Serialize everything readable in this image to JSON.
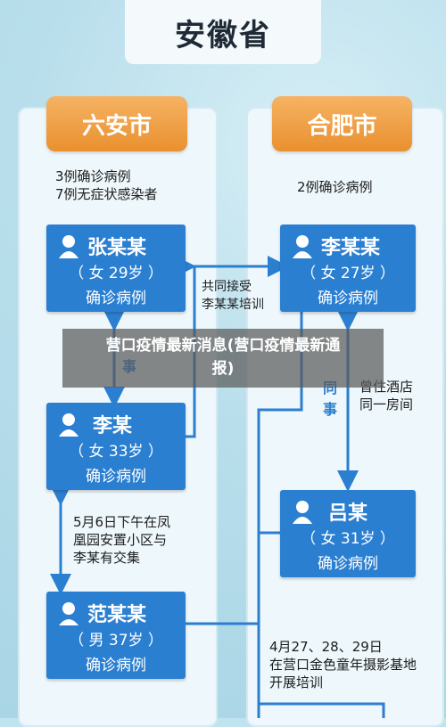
{
  "province": "安徽省",
  "left": {
    "city": "六安市",
    "summary": [
      "3例确诊病例",
      "7例无症状感染者"
    ],
    "cases": [
      {
        "name": "张某某",
        "meta": "（ 女 29岁 ）",
        "status": "确诊病例"
      },
      {
        "name": "李某",
        "meta": "（ 女 33岁 ）",
        "status": "确诊病例"
      },
      {
        "name": "范某某",
        "meta": "（ 男 37岁 ）",
        "status": "确诊病例"
      }
    ],
    "link_same": "事",
    "contact_note": [
      "5月6日下午在凤",
      "凰园安置小区与",
      "李某有交集"
    ]
  },
  "right": {
    "city": "合肥市",
    "summary": [
      "2例确诊病例"
    ],
    "cases": [
      {
        "name": "李某某",
        "meta": "（ 女 27岁 ）",
        "status": "确诊病例"
      },
      {
        "name": "吕某",
        "meta": "（ 女 31岁 ）",
        "status": "确诊病例"
      }
    ],
    "link_same": [
      "同",
      "事"
    ],
    "hotel_note": [
      "曾住酒店",
      "同一房间"
    ],
    "training_note": [
      "4月27、28、29日",
      "在营口金色童年摄影基地",
      "开展培训"
    ]
  },
  "cross_note": [
    "共同接受",
    "李某某培训"
  ],
  "overlay_text": [
    "营口疫情最新消息(营口疫情最新通",
    "报)"
  ],
  "colors": {
    "card": "#2b7fd1",
    "tab": "#e9902f",
    "line": "#2b7fd1"
  }
}
